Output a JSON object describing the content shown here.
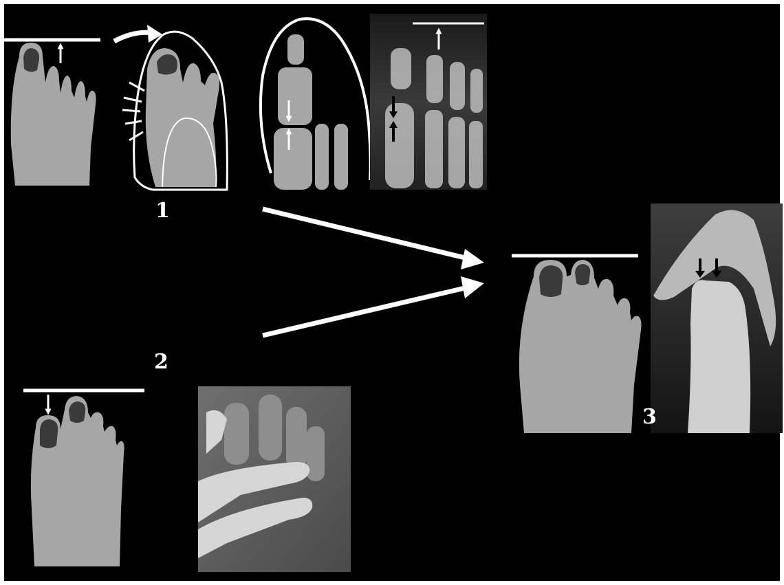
{
  "figure": {
    "background": "#000000",
    "border": "#ffffff",
    "drawing_fill": "#a6a6a6",
    "nail_fill": "#3a3a3a",
    "line_color": "#ffffff",
    "marker_dark": "#000000",
    "labels": {
      "one": "1",
      "two": "2",
      "three": "3"
    }
  }
}
